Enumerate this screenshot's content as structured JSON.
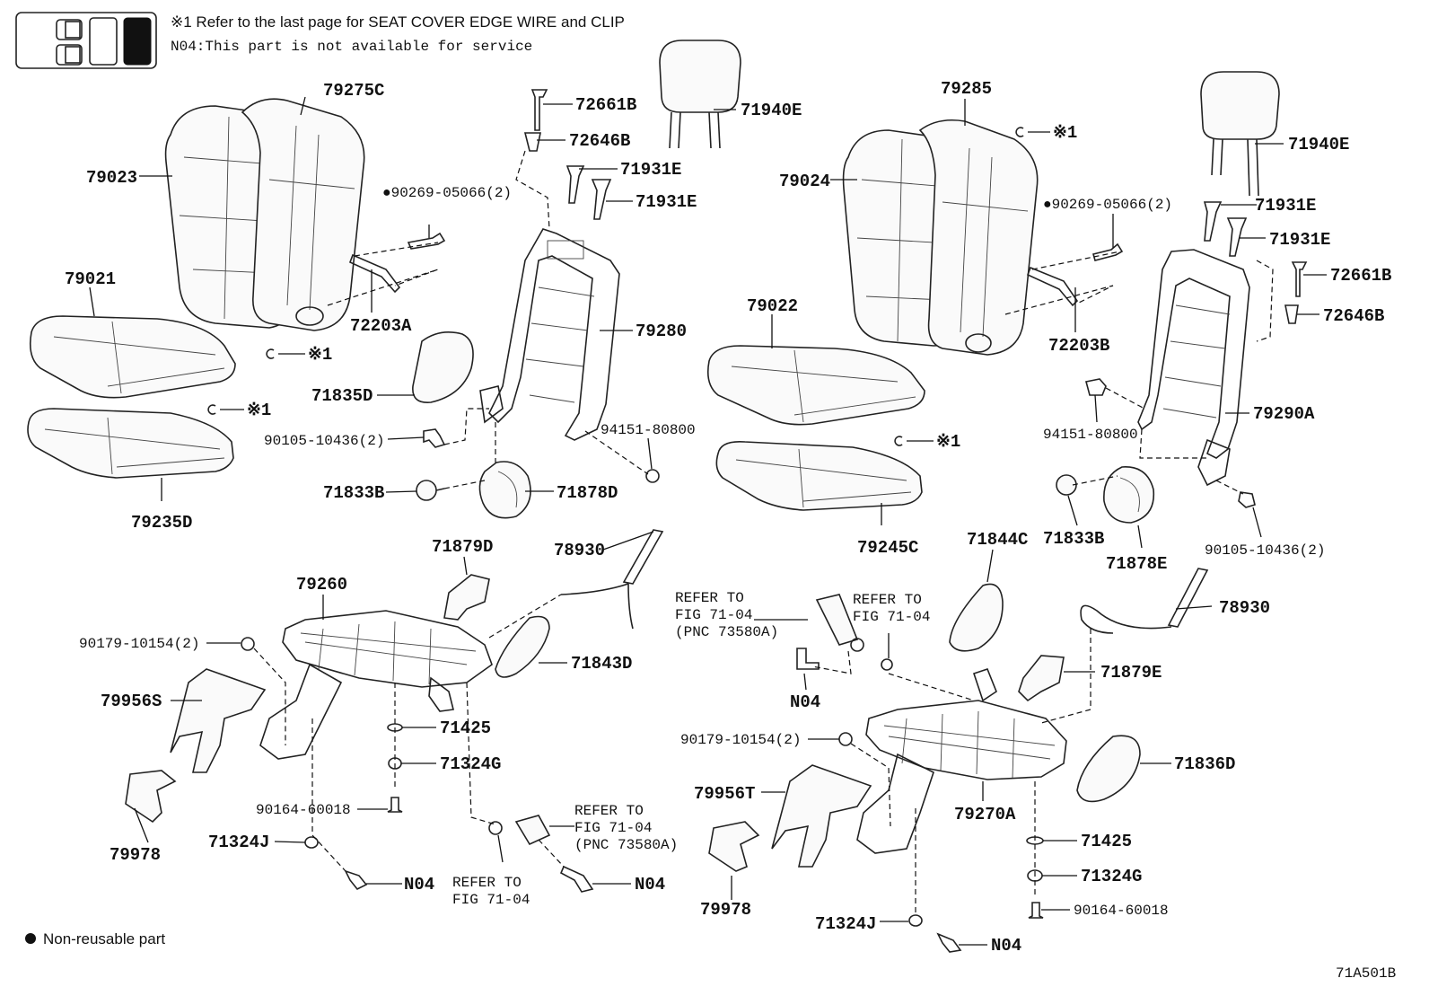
{
  "notes": {
    "seat_cover_note": "※1  Refer to the last page for SEAT COVER EDGE WIRE and CLIP",
    "n04_note": "N04:This part is not available for service",
    "legend": "Non-reusable part",
    "figure_code": "71A501B"
  },
  "marker": "※1",
  "labels": {
    "p79275C": "79275C",
    "p79023": "79023",
    "p79021": "79021",
    "p72203A": "72203A",
    "p79235D": "79235D",
    "p72661B_l": "72661B",
    "p72646B_l": "72646B",
    "p71940E_l": "71940E",
    "p71931E_l1": "71931E",
    "p71931E_l2": "71931E",
    "p90269_l": "●90269-05066(2)",
    "p79280": "79280",
    "p71835D": "71835D",
    "p90105_l": "90105-10436(2)",
    "p94151_l": "94151-80800",
    "p71833B_l": "71833B",
    "p71878D": "71878D",
    "p71879D": "71879D",
    "p78930_l": "78930",
    "p79260": "79260",
    "p90179_l": "90179-10154(2)",
    "p71843D": "71843D",
    "p79956S": "79956S",
    "p71425_l": "71425",
    "p71324G_l": "71324G",
    "p90164_l": "90164-60018",
    "p79978_l": "79978",
    "p71324J_l": "71324J",
    "pN04_l1": "N04",
    "pN04_l2": "N04",
    "p79285": "79285",
    "p79024": "79024",
    "p79022": "79022",
    "p72203B": "72203B",
    "p79245C": "79245C",
    "p71940E_r": "71940E",
    "p71931E_r1": "71931E",
    "p71931E_r2": "71931E",
    "p90269_r": "●90269-05066(2)",
    "p72661B_r": "72661B",
    "p72646B_r": "72646B",
    "p94151_r": "94151-80800",
    "p79290A": "79290A",
    "p71833B_r": "71833B",
    "p71878E": "71878E",
    "p90105_r": "90105-10436(2)",
    "p71844C": "71844C",
    "p78930_r": "78930",
    "p71879E": "71879E",
    "pN04_r1": "N04",
    "p90179_r": "90179-10154(2)",
    "p79956T": "79956T",
    "p79270A": "79270A",
    "p71836D": "71836D",
    "p79978_r": "79978",
    "p71425_r": "71425",
    "p71324G_r": "71324G",
    "p90164_r": "90164-60018",
    "p71324J_r": "71324J",
    "pN04_r2": "N04"
  },
  "refs": {
    "refer_to": "REFER TO",
    "fig": "FIG 71-04",
    "pnc": "(PNC 73580A)"
  }
}
